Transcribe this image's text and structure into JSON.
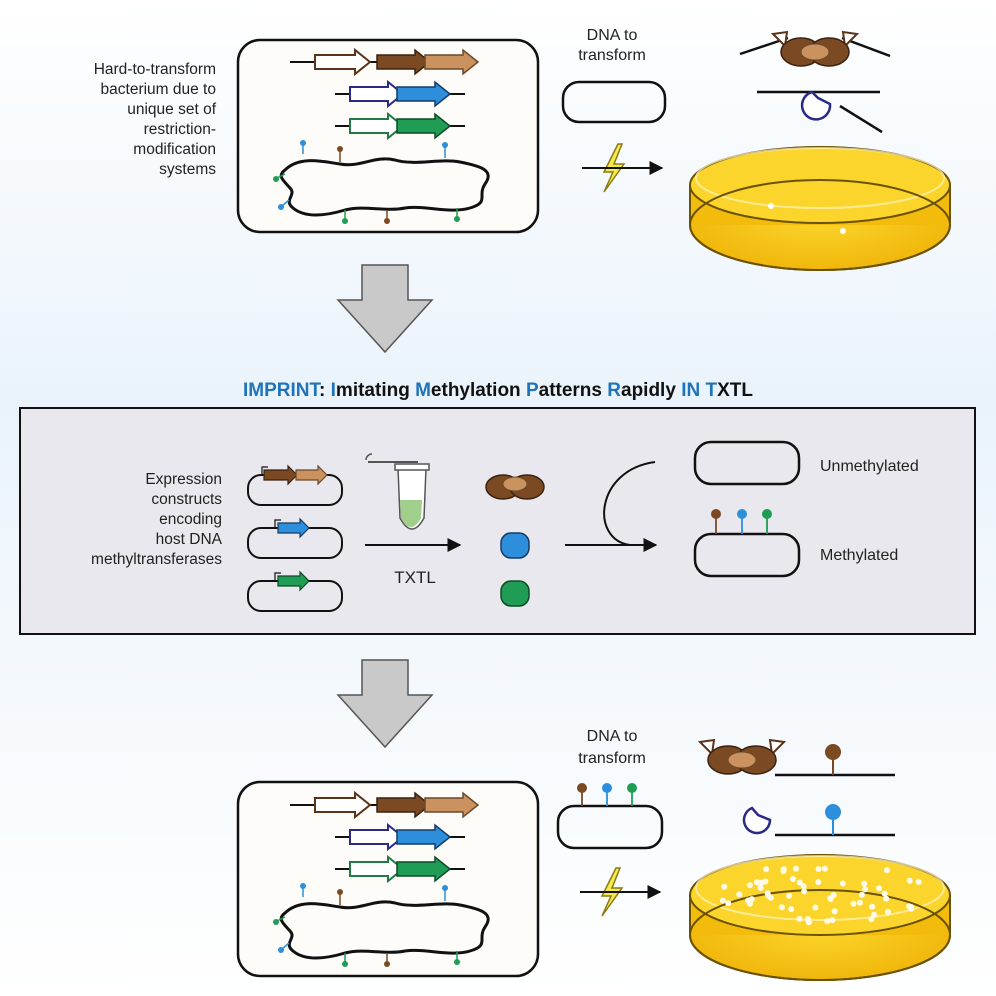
{
  "colors": {
    "brown": "#7b4a23",
    "tan": "#c9925e",
    "blue": "#2d8fdb",
    "green": "#1f9d55",
    "navy": "#2a2a86",
    "title_blue": "#1f73b8",
    "plate_yellow": "#f5c315",
    "lightning": "#f4ea4e",
    "panel_gray": "#e9e8ee"
  },
  "top": {
    "host_label": [
      "Hard-to-transform",
      "bacterium due to",
      "unique set of",
      "restriction-",
      "modification",
      "systems"
    ],
    "dna_label": [
      "DNA",
      "to",
      "transform"
    ]
  },
  "title": {
    "parts": [
      {
        "text": "IMPRINT",
        "color": "blue"
      },
      {
        "text": ": ",
        "color": "black"
      },
      {
        "text": "I",
        "color": "blue"
      },
      {
        "text": "mitating ",
        "color": "black"
      },
      {
        "text": "M",
        "color": "blue"
      },
      {
        "text": "ethylation ",
        "color": "black"
      },
      {
        "text": "P",
        "color": "blue"
      },
      {
        "text": "atterns ",
        "color": "black"
      },
      {
        "text": "R",
        "color": "blue"
      },
      {
        "text": "apidly ",
        "color": "black"
      },
      {
        "text": "IN T",
        "color": "blue"
      },
      {
        "text": "XTL",
        "color": "black"
      }
    ]
  },
  "middle": {
    "constructs_label": [
      "Expression",
      "constructs",
      "encoding",
      "host DNA",
      "methyltransferases"
    ],
    "txtl_label": "TXTL",
    "unmethylated_label": "Unmethylated",
    "methylated_label": "Methylated"
  },
  "bottom": {
    "dna_label": [
      "DNA to",
      "transform"
    ]
  }
}
